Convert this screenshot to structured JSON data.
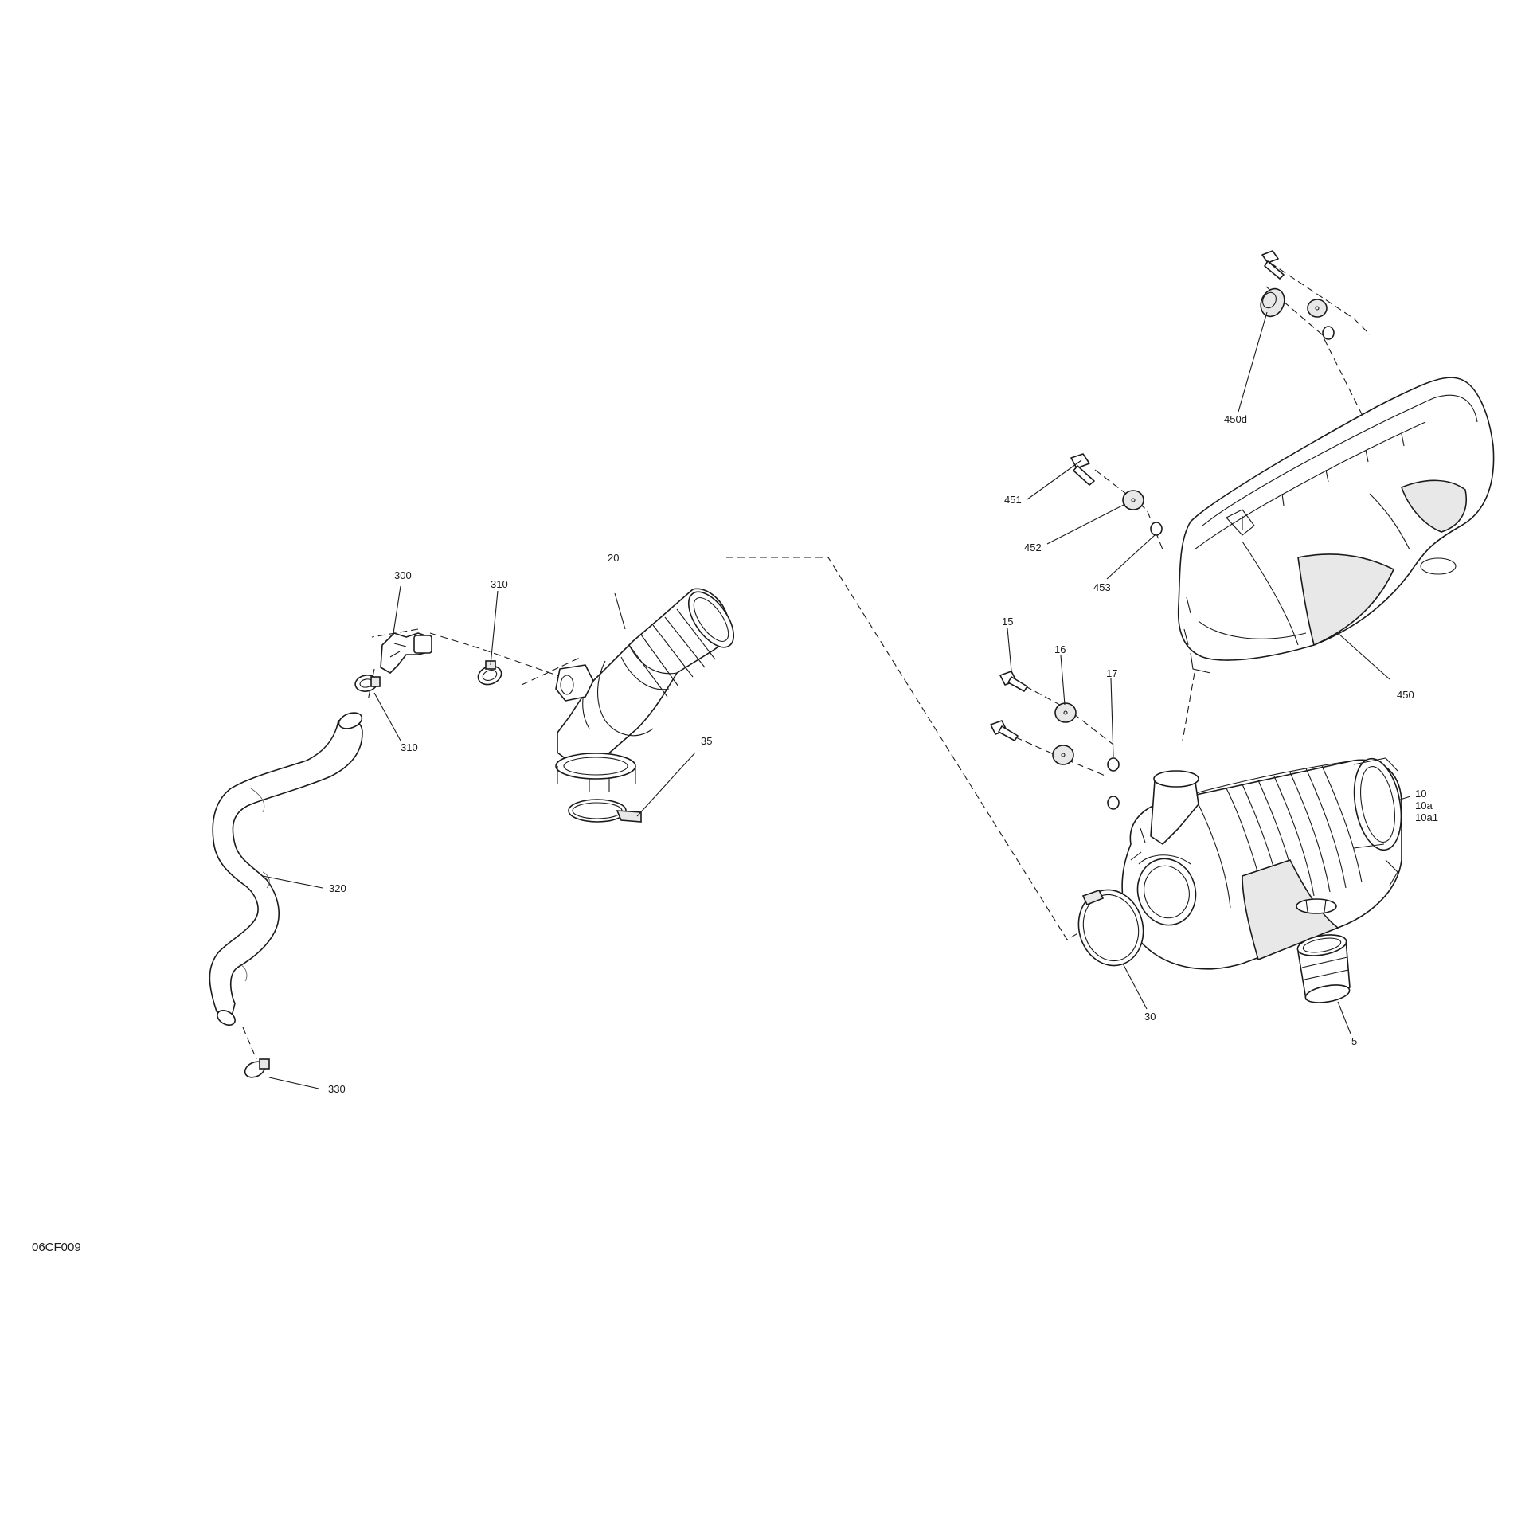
{
  "diagram": {
    "document_id": "06CF009",
    "callouts": {
      "c300": "300",
      "c310a": "310",
      "c310b": "310",
      "c20": "20",
      "c35": "35",
      "c320": "320",
      "c330": "330",
      "c451": "451",
      "c452": "452",
      "c453": "453",
      "c450d": "450d",
      "c450": "450",
      "c15": "15",
      "c16": "16",
      "c17": "17",
      "c10": "10",
      "c10a": "10a",
      "c10a1": "10a1",
      "c30": "30",
      "c5": "5"
    },
    "colors": {
      "line": "#1a1a1a",
      "shade": "#e8e8e8",
      "background": "#ffffff"
    }
  }
}
